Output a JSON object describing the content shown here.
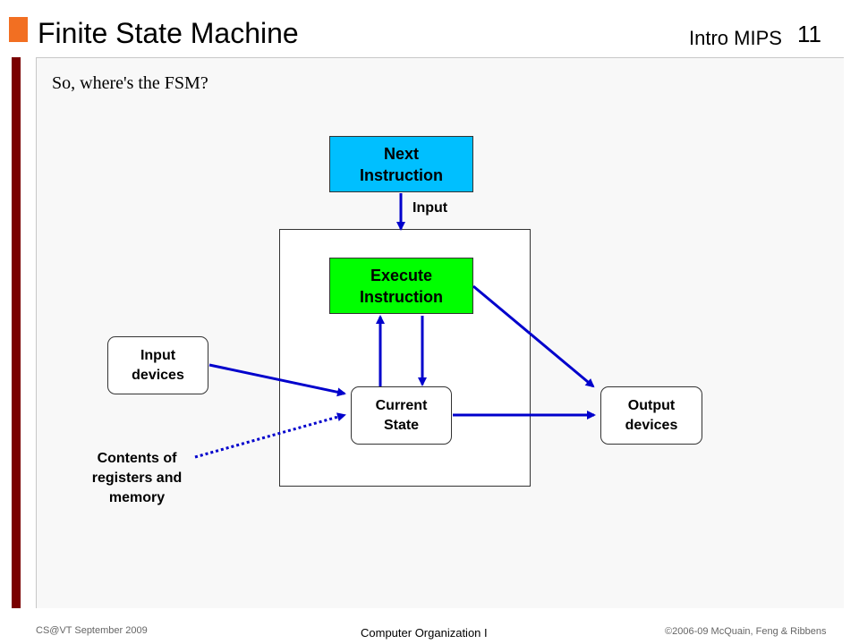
{
  "header": {
    "title": "Finite State Machine",
    "course": "Intro MIPS",
    "page_number": "11"
  },
  "heading": "So, where's the FSM?",
  "diagram": {
    "next_instruction": [
      "Next",
      "Instruction"
    ],
    "execute_instruction": [
      "Execute",
      "Instruction"
    ],
    "input_devices": [
      "Input",
      "devices"
    ],
    "current_state": [
      "Current",
      "State"
    ],
    "output_devices": [
      "Output",
      "devices"
    ],
    "input_label": "Input",
    "contents_label": [
      "Contents of",
      "registers and",
      "memory"
    ]
  },
  "footer": {
    "left": "CS@VT September 2009",
    "center": "Computer Organization I",
    "right": "©2006-09  McQuain, Feng & Ribbens"
  },
  "colors": {
    "accent": "#f26f22",
    "left_bar": "#7a0000",
    "next_instruction_fill": "#00bfff",
    "execute_instruction_fill": "#00ff00",
    "arrow": "#0000cc"
  }
}
